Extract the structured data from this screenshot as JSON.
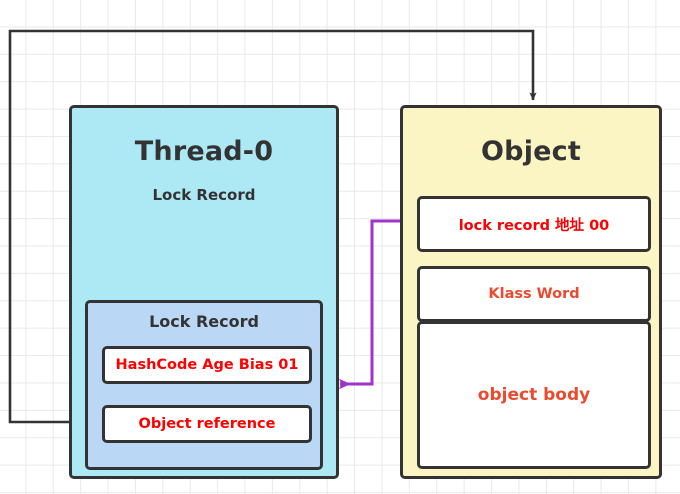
{
  "diagram": {
    "title": "Java object header / lock record diagram",
    "background": {
      "grid_color": "#e9e9e9",
      "page_color": "#ffffff"
    },
    "thread_box": {
      "title": "Thread-0",
      "subtitle": "Lock Record",
      "fill": "#ade9f4",
      "stroke": "#333333",
      "inner": {
        "title": "Lock Record",
        "fill": "#bad7f5",
        "cells": [
          {
            "label": "HashCode Age Bias 01",
            "color": "#ff0000"
          },
          {
            "label": "Object reference",
            "color": "#ff0000"
          }
        ]
      }
    },
    "object_box": {
      "title": "Object",
      "fill": "#fbf5c4",
      "stroke": "#333333",
      "cells": [
        {
          "label": "lock record 地址 00",
          "color": "#ff0000"
        },
        {
          "label": "Klass Word",
          "color": "#ec4a2e"
        },
        {
          "label": "object body",
          "color": "#ec4a2e"
        }
      ]
    },
    "connectors": [
      {
        "name": "object-reference-to-object",
        "color": "#333333",
        "from": "Object reference",
        "to": "Object",
        "arrowhead": "down"
      },
      {
        "name": "lock-record-address-to-lock-record",
        "color": "#a033c8",
        "from": "lock record 地址 00",
        "to": "Lock Record",
        "arrowhead": "left"
      }
    ]
  }
}
